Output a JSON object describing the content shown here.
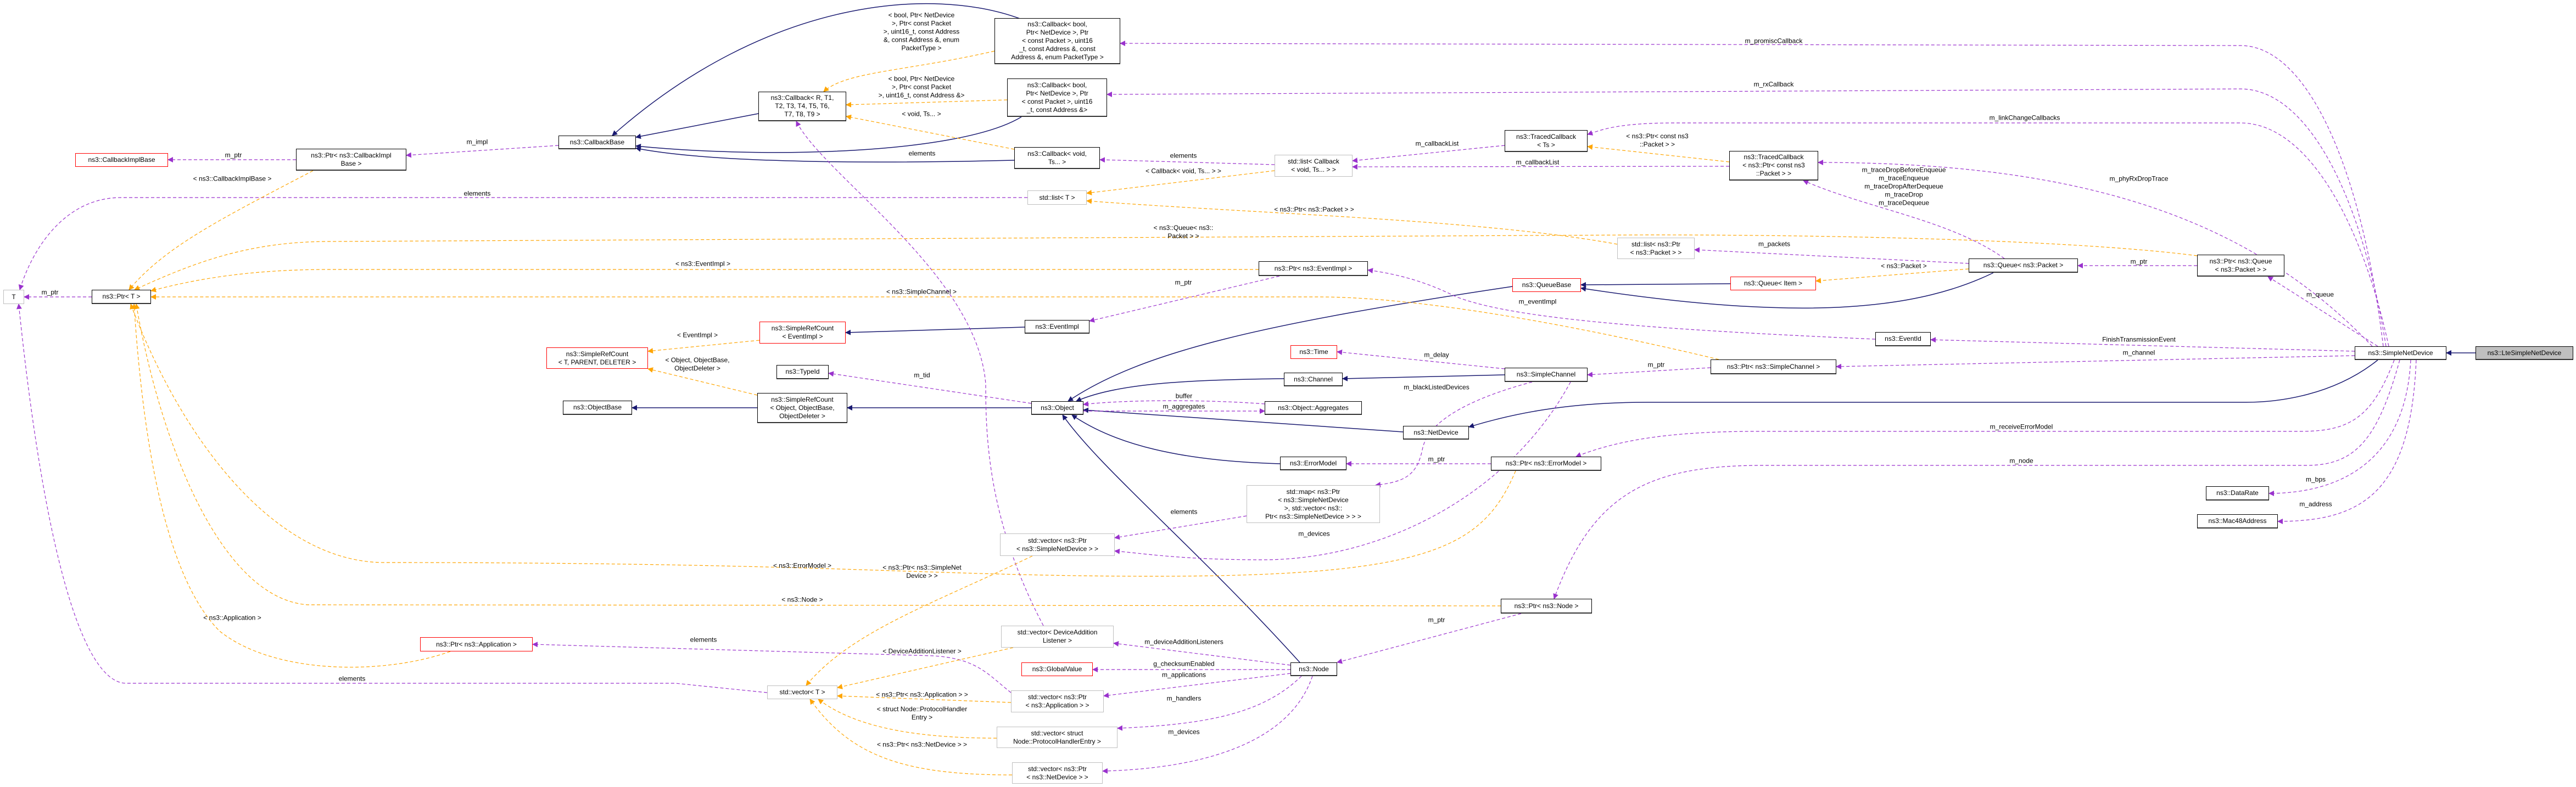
{
  "colors": {
    "inheritance": "#191970",
    "usage": "#9a32cd",
    "template": "#ffa500",
    "undocumented_border": "#ff0000",
    "std_border": "#bfbfbf",
    "focus_fill": "#bfbfbf"
  },
  "nodes": {
    "t": "T",
    "ptr_t": "ns3::Ptr< T >",
    "callback_impl_base": "ns3::CallbackImplBase",
    "ptr_callback_impl_base": "ns3::Ptr< ns3::CallbackImpl\nBase >",
    "callback_base": "ns3::CallbackBase",
    "callback_r": "ns3::Callback< R, T1,\nT2, T3, T4, T5, T6,\nT7, T8, T9 >",
    "callback_promisc": "ns3::Callback< bool,\nPtr< NetDevice >, Ptr\n< const Packet >, uint16\n_t, const Address &, const\nAddress &, enum PacketType >",
    "callback_rx": "ns3::Callback< bool,\nPtr< NetDevice >, Ptr\n< const Packet >, uint16\n_t, const Address &>",
    "callback_void": "ns3::Callback< void,\nTs... >",
    "list_callback": "std::list< Callback\n< void, Ts... > >",
    "list_t": "std::list< T >",
    "traced_ts": "ns3::TracedCallback\n< Ts >",
    "traced_packet": "ns3::TracedCallback\n< ns3::Ptr< const ns3\n::Packet > >",
    "list_ptr_packet": "std::list< ns3::Ptr\n< ns3::Packet > >",
    "queue_packet": "ns3::Queue< ns3::Packet >",
    "ptr_queue": "ns3::Ptr< ns3::Queue\n< ns3::Packet > >",
    "queue_base": "ns3::QueueBase",
    "queue_item": "ns3::Queue< Item >",
    "ptr_eventimpl": "ns3::Ptr< ns3::EventImpl >",
    "simplerefcount_eventimpl": "ns3::SimpleRefCount\n< EventImpl >",
    "simplerefcount_tpd": "ns3::SimpleRefCount\n< T, PARENT, DELETER >",
    "eventimpl": "ns3::EventImpl",
    "eventid": "ns3::EventId",
    "simple_net_device": "ns3::SimpleNetDevice",
    "lte_simple_net_device": "ns3::LteSimpleNetDevice",
    "ptr_simple_channel": "ns3::Ptr< ns3::SimpleChannel >",
    "simple_channel": "ns3::SimpleChannel",
    "time": "ns3::Time",
    "channel": "ns3::Channel",
    "typeid": "ns3::TypeId",
    "object_base": "ns3::ObjectBase",
    "simplerefcount_object": "ns3::SimpleRefCount\n< Object, ObjectBase,\nObjectDeleter >",
    "object": "ns3::Object",
    "object_aggregates": "ns3::Object::Aggregates",
    "net_device": "ns3::NetDevice",
    "error_model": "ns3::ErrorModel",
    "ptr_error_model": "ns3::Ptr< ns3::ErrorModel >",
    "map_devices": "std::map< ns3::Ptr\n< ns3::SimpleNetDevice\n>, std::vector< ns3::\nPtr< ns3::SimpleNetDevice > > >",
    "vector_ptr_snd": "std::vector< ns3::Ptr\n< ns3::SimpleNetDevice > >",
    "ptr_node": "ns3::Ptr< ns3::Node >",
    "data_rate": "ns3::DataRate",
    "mac48": "ns3::Mac48Address",
    "vector_dal": "std::vector< DeviceAddition\nListener >",
    "global_value": "ns3::GlobalValue",
    "node": "ns3::Node",
    "vector_t": "std::vector< T >",
    "vector_ptr_app": "std::vector< ns3::Ptr\n< ns3::Application > >",
    "vector_phe": "std::vector< struct\nNode::ProtocolHandlerEntry >",
    "vector_ptr_nd": "std::vector< ns3::Ptr\n< ns3::NetDevice > >",
    "ptr_application": "ns3::Ptr< ns3::Application >"
  },
  "edge_labels": [
    "m_impl",
    "m_ptr",
    "< ns3::CallbackImplBase >",
    "elements",
    "m_ptr",
    "< bool, Ptr< NetDevice\n>, Ptr< const Packet\n>, uint16_t, const Address\n&, const Address &, enum\nPacketType >",
    "< bool, Ptr< NetDevice\n>, Ptr< const Packet\n>, uint16_t, const Address &>",
    "< void, Ts... >",
    "elements",
    "elements",
    "< Callback< void, Ts... > >",
    "m_callbackList",
    "< ns3::Ptr< ns3::Packet > >",
    "< ns3::Queue< ns3::\nPacket > >",
    "< ns3::EventImpl >",
    "m_ptr",
    "< ns3::SimpleChannel >",
    "m_delay",
    "m_tid",
    "< EventImpl >",
    "< Object, ObjectBase,\nObjectDeleter >",
    "m_promiscCallback",
    "m_rxCallback",
    "m_linkChangeCallbacks",
    "< ns3::Ptr< const ns3\n::Packet > >",
    "m_callbackList",
    "m_traceDropBeforeEnqueue\nm_traceEnqueue\nm_traceDropAfterDequeue\nm_traceDrop\nm_traceDequeue",
    "m_phyRxDropTrace",
    "m_packets",
    "< ns3::Packet >",
    "m_ptr",
    "m_queue",
    "m_eventImpl",
    "FinishTransmissionEvent",
    "m_channel",
    "m_ptr",
    "buffer",
    "m_aggregates",
    "m_blackListedDevices",
    "m_ptr",
    "elements",
    "m_devices",
    "< ns3::ErrorModel >",
    "< ns3::Ptr< ns3::SimpleNet\nDevice > >",
    "< ns3::Node >",
    "m_ptr",
    "m_deviceAdditionListeners",
    "< DeviceAdditionListener >",
    "g_checksumEnabled",
    "m_applications",
    "< ns3::Ptr< ns3::Application > >",
    "m_handlers",
    "< struct Node::ProtocolHandler\nEntry >",
    "m_devices",
    "< ns3::Ptr< ns3::NetDevice > >",
    "elements",
    "m_receiveErrorModel",
    "m_node",
    "m_bps",
    "m_address",
    "< ns3::Application >",
    "elements"
  ]
}
